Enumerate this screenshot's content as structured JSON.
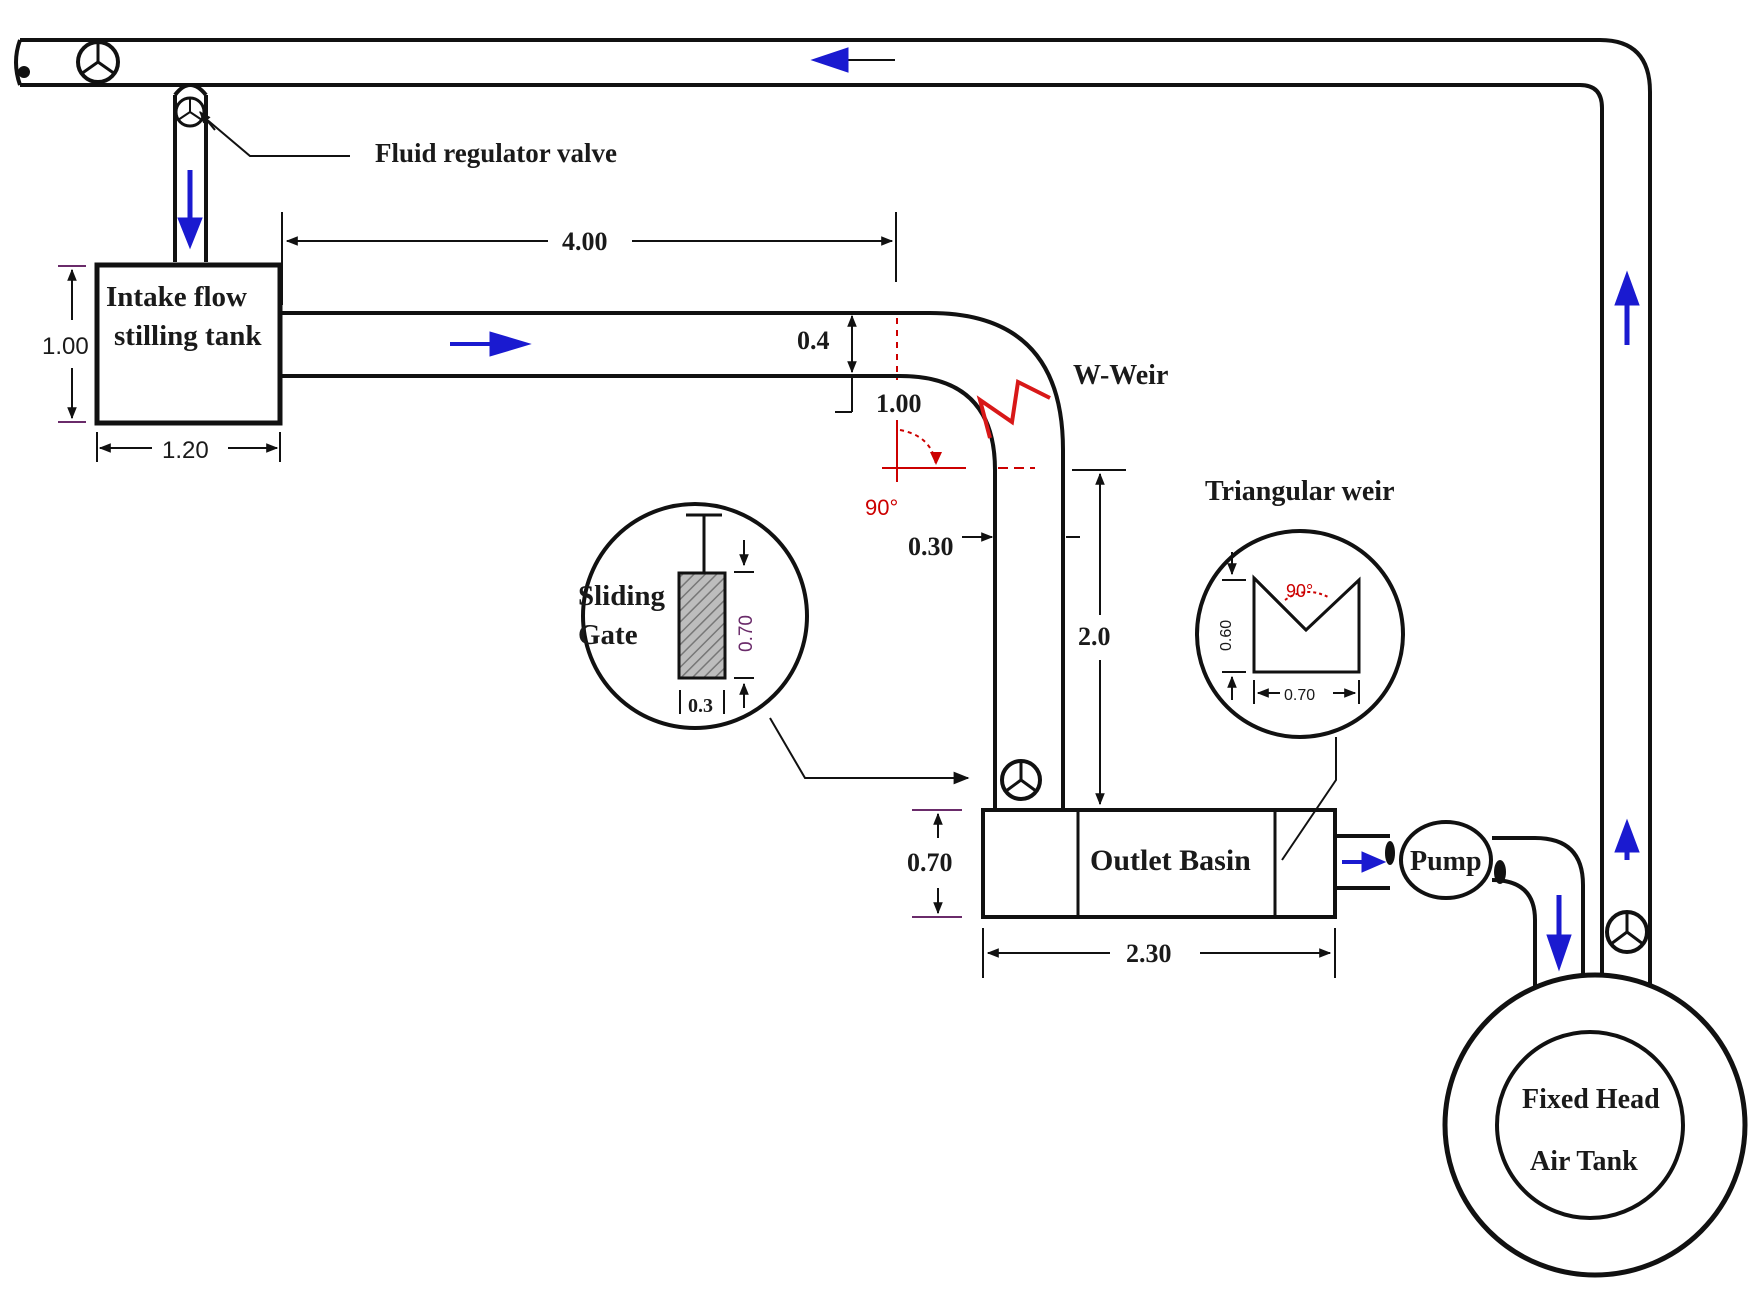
{
  "labels": {
    "fluid_regulator_valve": "Fluid regulator valve",
    "intake_line1": "Intake flow",
    "intake_line2": "stilling tank",
    "w_weir": "W-Weir",
    "triangular_weir": "Triangular weir",
    "sliding_line1": "Sliding",
    "sliding_line2": "Gate",
    "outlet_basin": "Outlet Basin",
    "pump": "Pump",
    "fixed_line1": "Fixed Head",
    "fixed_line2": "Air Tank"
  },
  "dimensions": {
    "intake_height": "1.00",
    "intake_width": "1.20",
    "channel_length": "4.00",
    "channel_depth": "0.4",
    "bend_radius": "1.00",
    "drop_angle": "90°",
    "drop_width": "0.30",
    "drop_height": "2.0",
    "gate_height": "0.70",
    "gate_width": "0.3",
    "basin_height": "0.70",
    "basin_length": "2.30",
    "weir_angle": "90°",
    "weir_height": "0.60",
    "weir_width": "0.70"
  },
  "colors": {
    "flow_arrow": "#1a1ad0",
    "annotation_red": "#cc0000",
    "gate_label_purple": "#6a2b6a"
  }
}
